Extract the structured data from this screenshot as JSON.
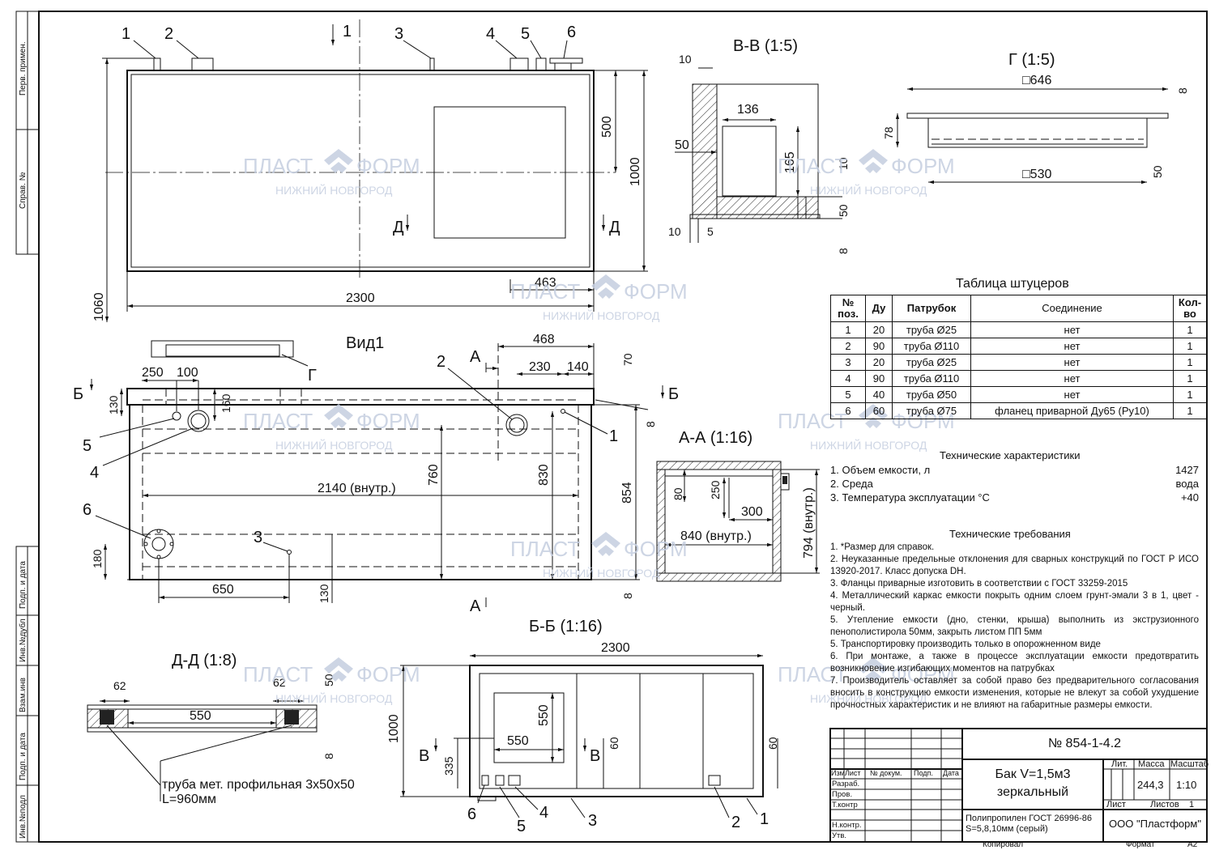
{
  "side_stamp": [
    "Перв. примен.",
    "Справ. №",
    "Подп. и дата",
    "Инв.№дубл",
    "Взам.инв",
    "Подп. и дата",
    "Инв.№подл"
  ],
  "watermark": {
    "brand_left": "ПЛАСТ",
    "brand_right": "ФОРМ",
    "city": "НИЖНИЙ НОВГОРОД"
  },
  "views": {
    "top": {
      "callouts": [
        "1",
        "2",
        "1",
        "3",
        "4",
        "5",
        "6"
      ],
      "dims": {
        "length": "2300",
        "overall_w": "1060",
        "width": "1000",
        "hatch_pos": "500",
        "offset": "463"
      },
      "section_mark": "Д"
    },
    "vv": {
      "title": "В-В (1:5)",
      "dims": [
        "10",
        "136",
        "50",
        "165",
        "10",
        "50",
        "10",
        "5",
        "8"
      ]
    },
    "g": {
      "title": "Г (1:5)",
      "dims": {
        "top": "□646",
        "bottom": "□530",
        "h": "78",
        "t": "8",
        "d": "50"
      }
    },
    "vid1": {
      "title": "Вид1",
      "label_g": "Г",
      "section_a": "А",
      "section_b": "Б",
      "callouts": [
        "2",
        "1",
        "5",
        "4",
        "6",
        "3"
      ],
      "dims": {
        "d468": "468",
        "d230": "230",
        "d140": "140",
        "d70": "70",
        "d250": "250",
        "d100": "100",
        "d130": "130",
        "d160": "160",
        "d8": "8",
        "d760": "760",
        "d830": "830",
        "d854": "854",
        "d2140": "2140 (внутр.)",
        "d180": "180",
        "d650": "650",
        "d130b": "130",
        "d8b": "8"
      }
    },
    "aa": {
      "title": "А-А (1:16)",
      "dims": {
        "d80": "80",
        "d250": "250",
        "d300": "300",
        "d840": "840 (внутр.)",
        "d794": "794 (внутр.)"
      }
    },
    "dd": {
      "title": "Д-Д (1:8)",
      "dims": {
        "d62a": "62",
        "d62b": "62",
        "d550": "550",
        "d50": "50",
        "d8": "8"
      },
      "note1": "труба мет. профильная 3х50х50",
      "note2": "L=960мм"
    },
    "bb": {
      "title": "Б-Б (1:16)",
      "dims": {
        "d2300": "2300",
        "d1000": "1000",
        "d550h": "550",
        "d550v": "550",
        "d335": "335",
        "d60a": "60",
        "d60b": "60"
      },
      "section_v": "В",
      "callouts": [
        "6",
        "5",
        "4",
        "3",
        "2",
        "1"
      ]
    }
  },
  "nozzle_table": {
    "title": "Таблица штуцеров",
    "headers": [
      "№ поз.",
      "Ду",
      "Патрубок",
      "Соединение",
      "Кол-во"
    ],
    "rows": [
      [
        "1",
        "20",
        "труба Ø25",
        "нет",
        "1"
      ],
      [
        "2",
        "90",
        "труба Ø110",
        "нет",
        "1"
      ],
      [
        "3",
        "20",
        "труба Ø25",
        "нет",
        "1"
      ],
      [
        "4",
        "90",
        "труба Ø110",
        "нет",
        "1"
      ],
      [
        "5",
        "40",
        "труба Ø50",
        "нет",
        "1"
      ],
      [
        "6",
        "60",
        "труба Ø75",
        "фланец приварной Ду65 (Ру10)",
        "1"
      ]
    ]
  },
  "tech_specs": {
    "title": "Технические характеристики",
    "rows": [
      {
        "label": "1.  Объем емкости, л",
        "value": "1427"
      },
      {
        "label": "2.  Среда",
        "value": "вода"
      },
      {
        "label": "3.  Температура эксплуатации °С",
        "value": "+40"
      }
    ]
  },
  "tech_requirements": {
    "title": "Технические требования",
    "items": [
      "1. *Размер для справок.",
      "2.  Неуказанные предельные отклонения для сварных конструкций по ГОСТ Р ИСО 13920-2017. Класс допуска  DH.",
      "3. Фланцы приварные изготовить  в соответствии с ГОСТ 33259-2015",
      "4.  Металлический каркас емкости покрыть одним слоем грунт-эмали 3 в 1, цвет - черный.",
      "5.  Утепление емкости (дно, стенки, крыша) выполнить из экструзионного пенополистирола 50мм, закрыть листом ПП 5мм",
      "5. Транспортировку производить только в опорожненном виде",
      "6. При монтаже, а также в процессе эксплуатации емкости предотвратить возникновение изгибающих моментов на патрубках",
      "7.  Производитель  оставляет  за собой  право  без  предварительного согласования  вносить в конструкцию емкости изменения, которые не влекут за собой  ухудшение прочностных характеристик и не влияют на габаритные размеры емкости."
    ]
  },
  "title_block": {
    "doc_number": "№ 854-1-4.2",
    "name_line1": "Бак V=1,5м3",
    "name_line2": "зеркальный",
    "material_line1": "Полипропилен ГОСТ 26996-86",
    "material_line2": "S=5,8,10мм (серый)",
    "company": "ООО \"Пластформ\"",
    "col_headers": [
      "Изм",
      "Лист",
      "№ докум.",
      "Подп.",
      "Дата"
    ],
    "roles": [
      "Разраб.",
      "Пров.",
      "Т.контр",
      "Н.контр.",
      "Утв."
    ],
    "lit": "Лит.",
    "mass_label": "Масса",
    "scale_label": "Масштаб",
    "mass": "244,3",
    "scale": "1:10",
    "sheet_label": "Лист",
    "sheets_label": "Листов",
    "sheets": "1",
    "copied": "Копировал",
    "format_label": "Формат",
    "format": "А2"
  }
}
